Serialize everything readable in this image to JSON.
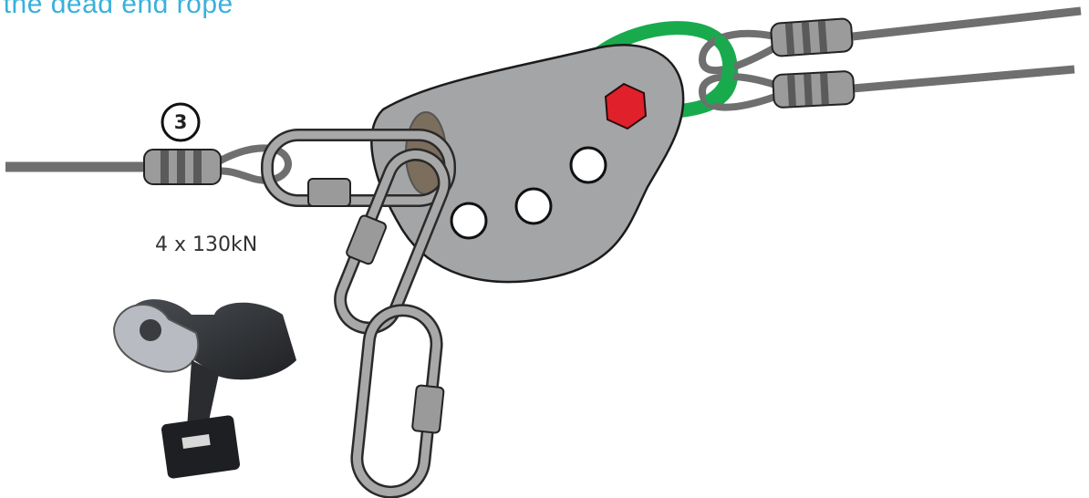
{
  "heading": "t the dead end rope",
  "step": {
    "number": "3"
  },
  "rating": {
    "text": "4 x 130kN"
  },
  "icons": {
    "crimping_tool": "battery-hydraulic-crimping-tool-icon",
    "plate": "rigging-plate-icon",
    "bolt": "hex-bolt-icon"
  },
  "colors": {
    "heading": "#3ab0dc",
    "rope": "#6f6f6f",
    "plate": "#a4a5a7",
    "sling": "#1aaa4e",
    "bolt": "#e0202a"
  }
}
